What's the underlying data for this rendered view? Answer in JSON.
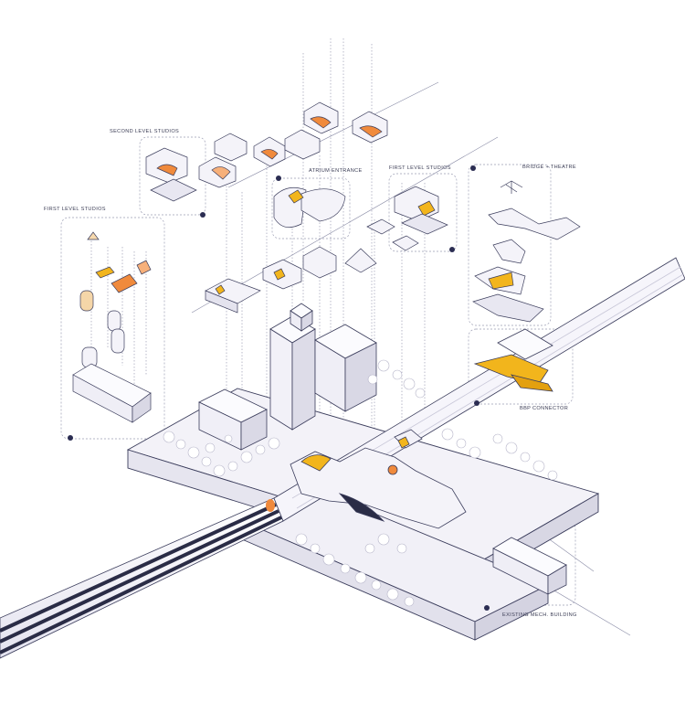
{
  "labels": {
    "second_level_studios": "SECOND LEVEL STUDIOS",
    "first_level_studios_left": "FIRST LEVEL STUDIOS",
    "atrium_entrance": "ATRIUM ENTRANCE",
    "first_level_studios_right": "FIRST LEVEL STUDIOS",
    "bridge_theatre": "BRIDGE + THEATRE",
    "bbp_connector": "BBP CONNECTOR",
    "existing_mech_building": "EXISTING MECH. BUILDING"
  },
  "colors": {
    "line": "#55587a",
    "marker": "#2b2d52",
    "accent_orange": "#f08a3c",
    "accent_yellow": "#f2b51c",
    "mass": "#f4f3f9",
    "mass_side": "#dcdbe8",
    "rail": "#2a2c46"
  }
}
